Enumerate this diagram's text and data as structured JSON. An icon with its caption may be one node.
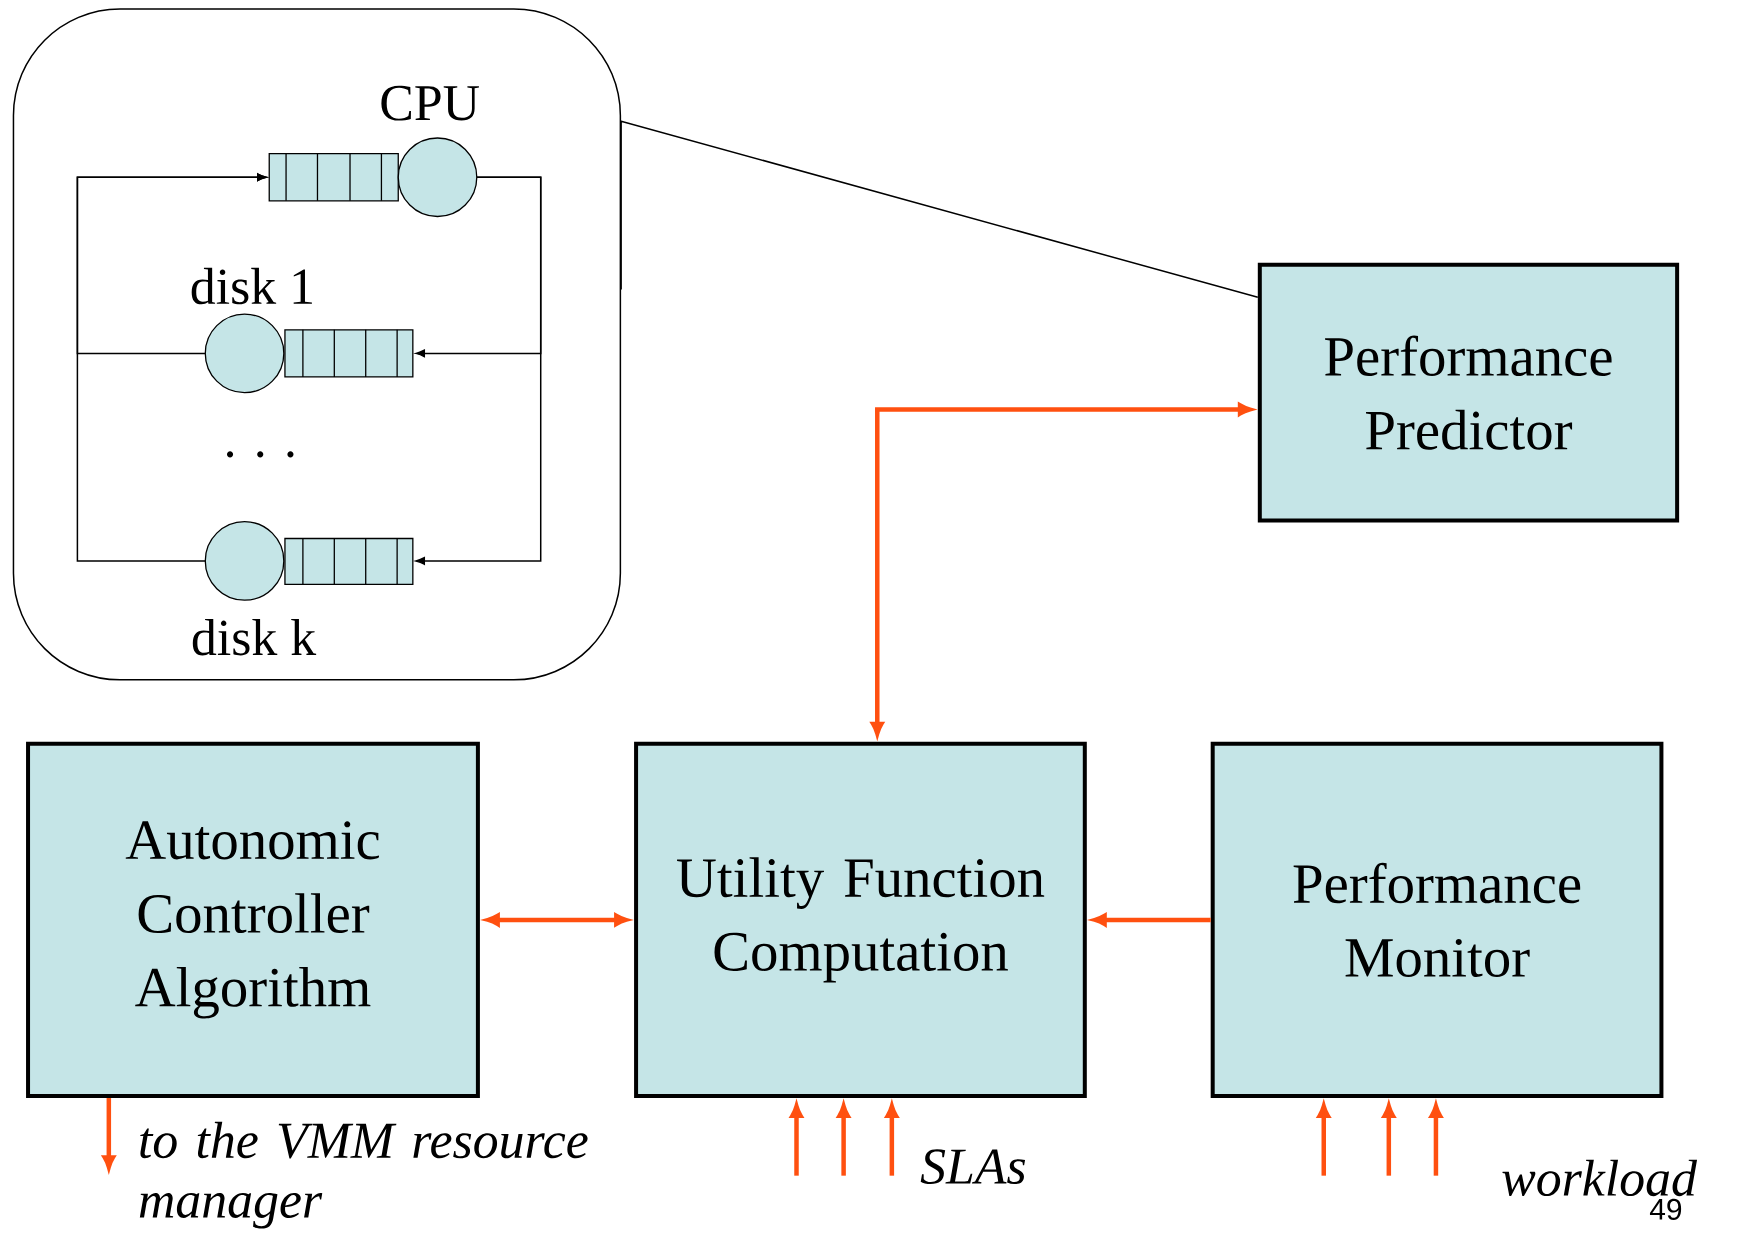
{
  "diagram": {
    "nodes": [
      {
        "text": [],
        "shape": "box"
      },
      {
        "text": [
          "CPU"
        ],
        "in": 0
      },
      {
        "text": [
          "disk 1"
        ],
        "in": 0
      },
      {
        "text": [
          "disk k"
        ],
        "in": 0
      },
      {
        "text": [
          "Performance Predictor"
        ]
      },
      {
        "text": [
          "Autonomic Controller Algorithm"
        ]
      },
      {
        "text": [
          "Utility Function Computation"
        ]
      },
      {
        "text": [
          "Performance Monitor"
        ]
      },
      {
        "text": [
          "to the VMM resource manager"
        ]
      }
    ],
    "edges": [
      {
        "from": 1,
        "to": 2,
        "arrow": "to",
        "color": "#000000"
      },
      {
        "from": 1,
        "to": 3,
        "arrow": "to",
        "color": "#000000"
      },
      {
        "from": 2,
        "to": 1,
        "arrow": "to",
        "color": "#000000"
      },
      {
        "from": 3,
        "to": 1,
        "arrow": "to",
        "color": "#000000"
      },
      {
        "from": 0,
        "to": 4,
        "arrow": "none",
        "color": "#000000"
      },
      {
        "from": 6,
        "to": 4,
        "arrow": "both"
      },
      {
        "from": 5,
        "to": 6,
        "arrow": "both"
      },
      {
        "from": 7,
        "to": 6,
        "arrow": "to"
      },
      {
        "from": 5,
        "to": 8,
        "arrow": "to"
      },
      {
        "from": null,
        "to": 6,
        "arrow": "to"
      },
      {
        "from": null,
        "to": 6,
        "arrow": "to"
      },
      {
        "from": null,
        "to": 6,
        "arrow": "to"
      },
      {
        "from": null,
        "to": 7,
        "arrow": "to"
      },
      {
        "from": null,
        "to": 7,
        "arrow": "to"
      },
      {
        "from": null,
        "to": 7,
        "arrow": "to"
      }
    ],
    "labels": [
      ". . .",
      "SLAs",
      "workload",
      "49"
    ]
  }
}
